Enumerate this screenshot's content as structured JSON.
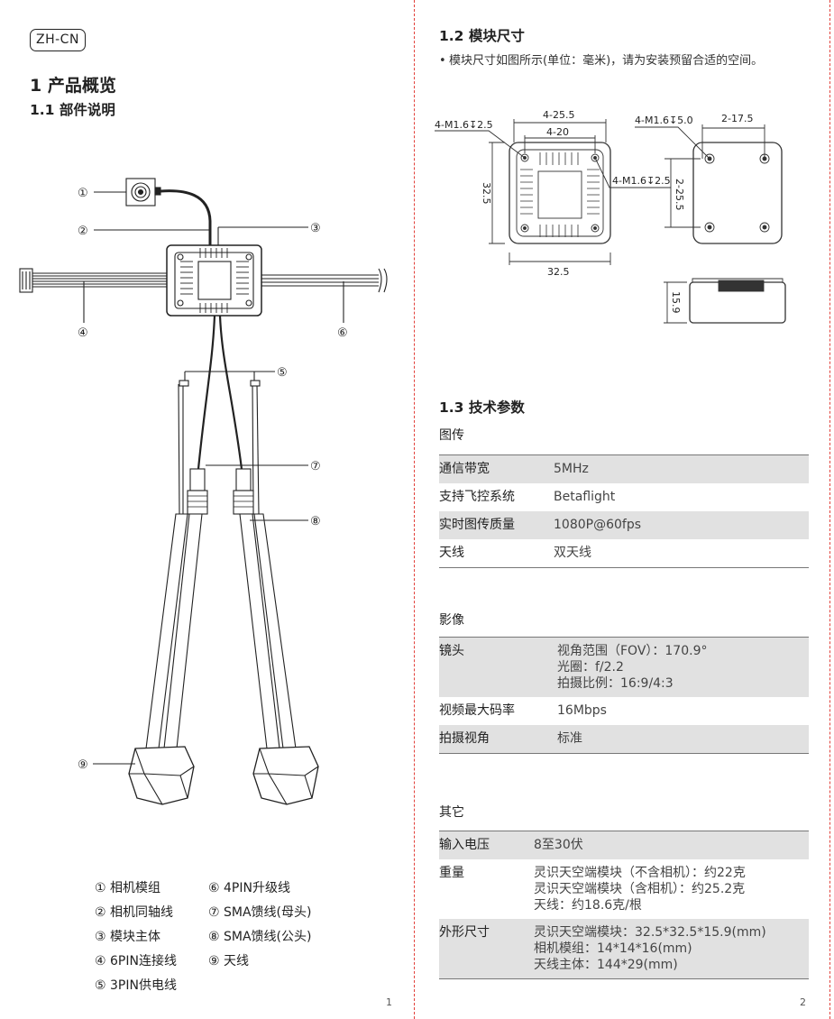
{
  "left": {
    "lang": "ZH-CN",
    "title": "1 产品概览",
    "section": "1.1 部件说明",
    "callouts": [
      "①",
      "②",
      "③",
      "④",
      "⑤",
      "⑥",
      "⑦",
      "⑧",
      "⑨"
    ],
    "legend": [
      "① 相机模组",
      "② 相机同轴线",
      "③ 模块主体",
      "④ 6PIN连接线",
      "⑤ 3PIN供电线",
      "⑥ 4PIN升级线",
      "⑦ SMA馈线(母头)",
      "⑧ SMA馈线(公头)",
      "⑨ 天线"
    ],
    "page_number": "1"
  },
  "right": {
    "dims_title": "1.2 模块尺寸",
    "dims_bullet": "•",
    "dims_note": "模块尺寸如图所示(单位：毫米)，请为安装预留合适的空间。",
    "dims_labels": {
      "holes_front": "4-M1.6↧2.5",
      "pitch_outer": "4-25.5",
      "pitch_inner": "4-20",
      "height_left": "32.5",
      "width_bottom": "32.5",
      "holes_side": "4-M1.6↧2.5",
      "holes_back": "4-M1.6↧5.0",
      "pitch_back_h": "2-17.5",
      "pitch_back_v": "2-25.5",
      "thickness": "15.9"
    },
    "tech_title": "1.3 技术参数",
    "vtx_heading": "图传",
    "vtx_rows": [
      {
        "label": "通信带宽",
        "value": "5MHz"
      },
      {
        "label": "支持飞控系统",
        "value": "Betaflight"
      },
      {
        "label": "实时图传质量",
        "value": "1080P@60fps"
      },
      {
        "label": "天线",
        "value": "双天线"
      }
    ],
    "image_heading": "影像",
    "image_rows": [
      {
        "label": "镜头",
        "value": "视角范围（FOV）：170.9°\n光圈：f/2.2\n拍摄比例：16:9/4:3"
      },
      {
        "label": "视频最大码率",
        "value": "16Mbps"
      },
      {
        "label": "拍摄视角",
        "value": "标准"
      }
    ],
    "other_heading": "其它",
    "other_rows": [
      {
        "label": "输入电压",
        "value": "8至30伏"
      },
      {
        "label": "重量",
        "value": "灵识天空端模块（不含相机）：约22克\n灵识天空端模块（含相机）：约25.2克\n天线：约18.6克/根"
      },
      {
        "label": "外形尺寸",
        "value": "灵识天空端模块：32.5*32.5*15.9(mm)\n相机模组：14*14*16(mm)\n天线主体：144*29(mm)"
      }
    ],
    "page_number": "2"
  }
}
